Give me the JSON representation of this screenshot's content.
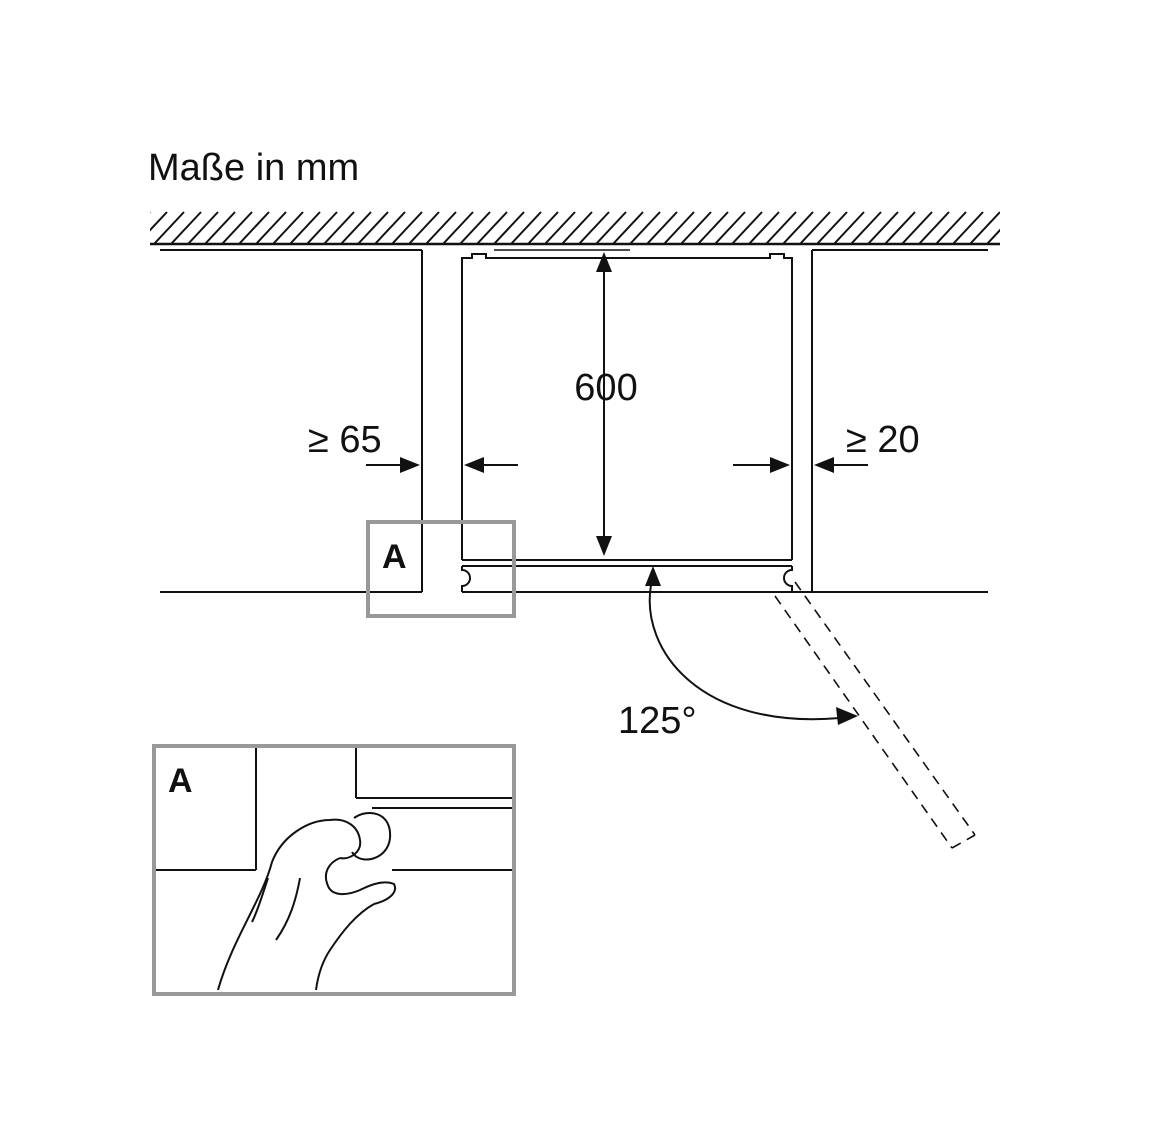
{
  "title": "Maße in mm",
  "dimensions": {
    "depth": "600",
    "left_gap": "≥ 65",
    "right_gap": "≥ 20",
    "door_angle": "125°"
  },
  "detail_marker": "A",
  "detail_title": "A",
  "colors": {
    "line": "#111111",
    "detail_frame": "#999999",
    "background": "#ffffff"
  }
}
